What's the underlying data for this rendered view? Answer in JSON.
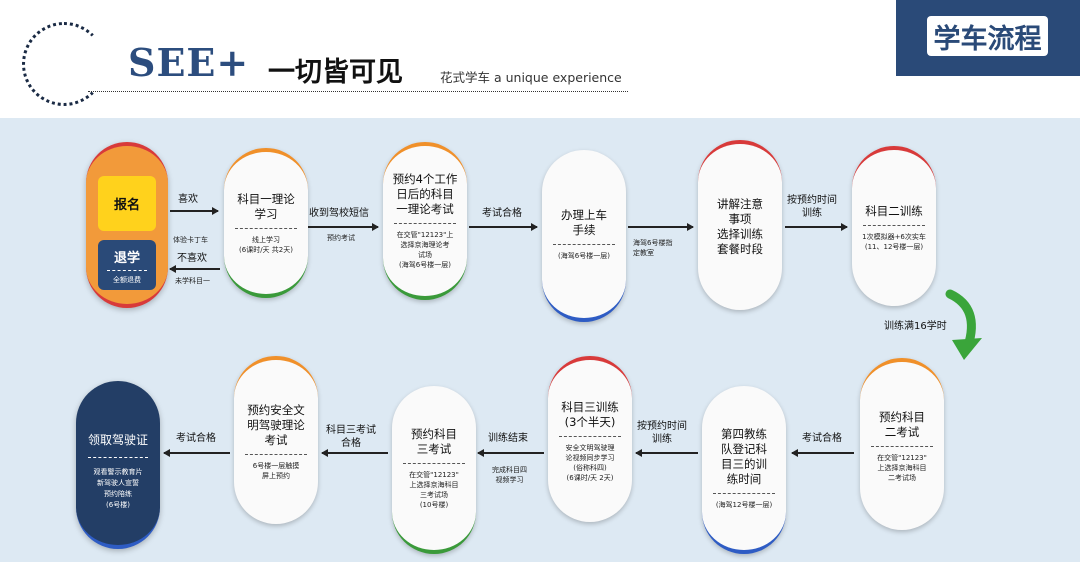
{
  "header": {
    "brand": "SEE+",
    "slogan": "一切皆可见",
    "subtitle": "花式学车 a unique experience",
    "badge": "学车流程"
  },
  "start": {
    "signup": "报名",
    "withdraw": "退学",
    "refund": "全额退费"
  },
  "steps": [
    {
      "title": "科目一理论\n学习",
      "detail": "线上学习\n(6课时/天 共2天)"
    },
    {
      "title": "预约4个工作\n日后的科目\n一理论考试",
      "detail": "在交管\"12123\"上\n选择京海理论考\n试场\n(海驾6号楼一层)"
    },
    {
      "title": "办理上车\n手续",
      "detail": "(海驾6号楼一层)"
    },
    {
      "title": "讲解注意\n事项\n选择训练\n套餐时段",
      "detail": ""
    },
    {
      "title": "科目二训练",
      "detail": "1次模拟器+6次实车\n(11、12号楼一层)"
    },
    {
      "title": "预约科目\n二考试",
      "detail": "在交管\"12123\"\n上选择京海科目\n二考试场"
    },
    {
      "title": "第四教练\n队登记科\n目三的训\n练时间",
      "detail": "(海驾12号楼一层)"
    },
    {
      "title": "科目三训练\n(3个半天)",
      "detail": "安全文明驾驶理\n论视频同步学习\n(俗称科四)\n(6课时/天 2天)"
    },
    {
      "title": "预约科目\n三考试",
      "detail": "在交管\"12123\"\n上选择京海科目\n三考试场\n(10号楼)"
    },
    {
      "title": "预约安全文\n明驾驶理论\n考试",
      "detail": "6号楼一层触摸\n屏上预约"
    }
  ],
  "final": {
    "title": "领取驾驶证",
    "detail": "观看警示教育片\n新驾驶人宣誓\n预约陪练\n(6号楼)"
  },
  "transitions": {
    "like": "喜欢",
    "like_note": "体验卡丁车",
    "dislike": "不喜欢",
    "dislike_note": "未学科目一",
    "t1": "收到驾校短信",
    "t1_note": "预约考试",
    "t2": "考试合格",
    "t3_note": "海驾6号楼指\n定教室",
    "t4": "按预约时间\n训练",
    "turn": "训练满16学时",
    "t6": "考试合格",
    "t7": "按预约时间\n训练",
    "t8": "训练结束",
    "t8_note": "完成科目四\n视频学习",
    "t9": "科目三考试\n合格",
    "t10": "考试合格"
  }
}
